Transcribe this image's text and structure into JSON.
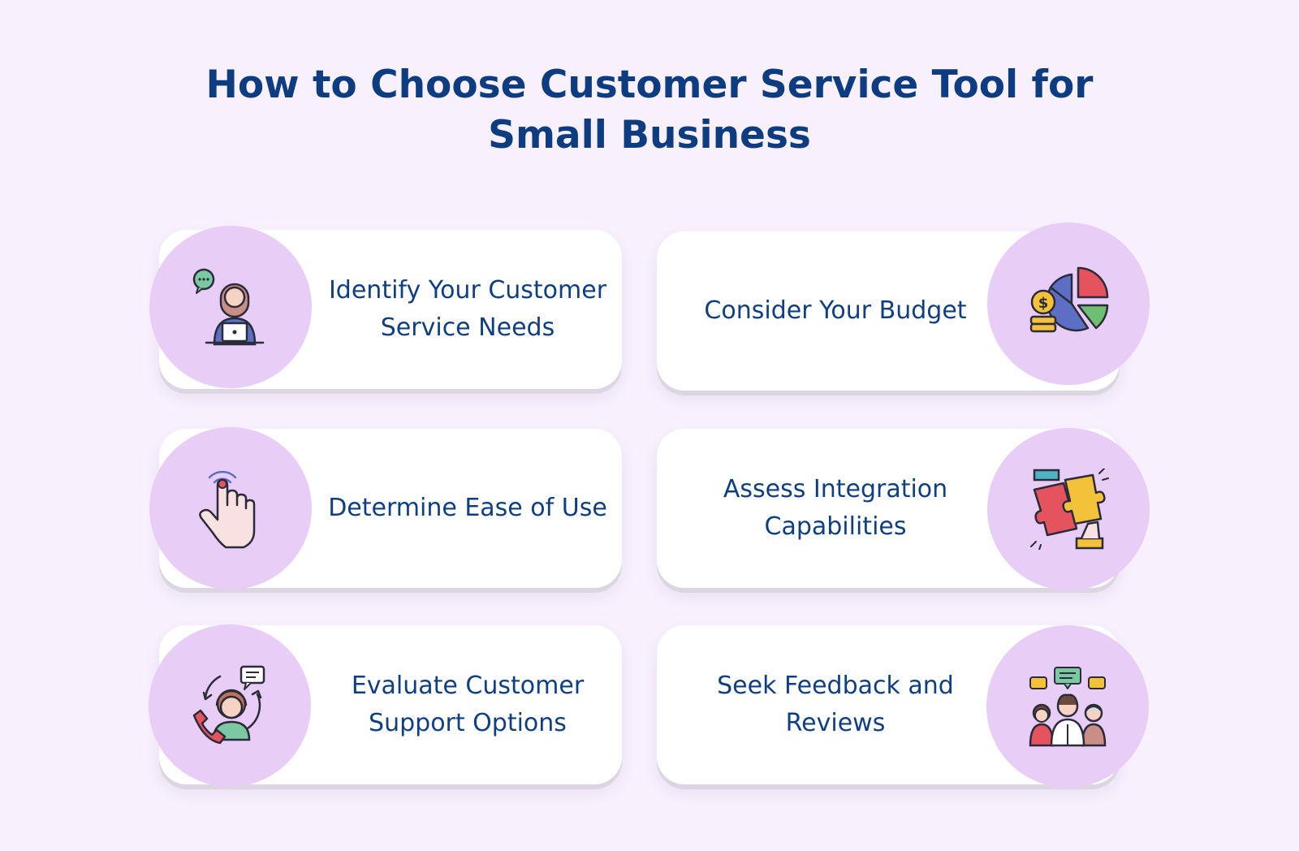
{
  "header": {
    "title_line1": "How to Choose Customer Service Tool for",
    "title_line2": "Small Business"
  },
  "steps": [
    {
      "label": "Identify Your Customer Service Needs",
      "icon": "customer-support-agent-icon"
    },
    {
      "label": "Consider Your Budget",
      "icon": "budget-pie-chart-icon"
    },
    {
      "label": "Determine Ease of Use",
      "icon": "touch-hand-icon"
    },
    {
      "label": "Assess Integration Capabilities",
      "icon": "puzzle-integration-icon"
    },
    {
      "label": "Evaluate Customer Support Options",
      "icon": "support-call-icon"
    },
    {
      "label": "Seek Feedback and Reviews",
      "icon": "feedback-group-icon"
    }
  ],
  "colors": {
    "background": "#f8f0fd",
    "title": "#0d3d80",
    "text": "#0f3f82",
    "circle": "#e8cdf7",
    "card": "#ffffff"
  }
}
